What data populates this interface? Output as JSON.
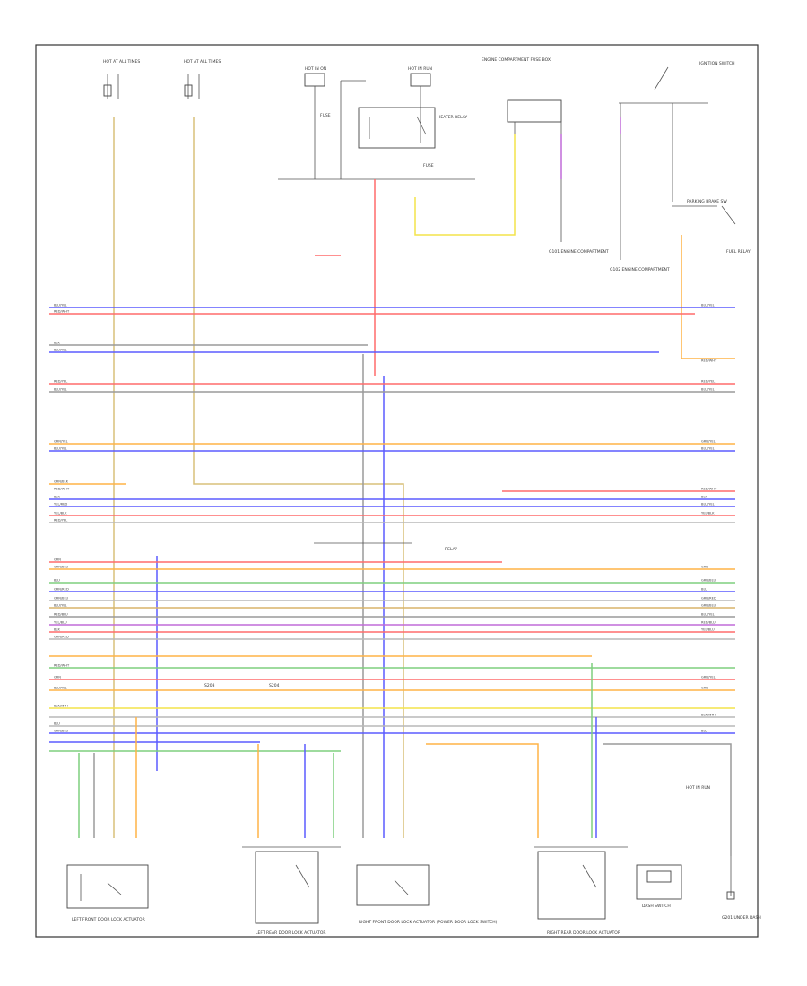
{
  "colors": {
    "blue": "#5b5bff",
    "red": "#ff6b6b",
    "pink": "#ff8a8a",
    "black": "#9a9a9a",
    "green": "#7ecf7e",
    "yellow": "#f4e44a",
    "orange": "#ffb347",
    "violet": "#c06bd8",
    "gray": "#b8b8b8",
    "tan": "#d8b46a",
    "frame": "#333333"
  },
  "page_label": "",
  "top_labels": {
    "l1": "HOT AT ALL TIMES",
    "l2": "HOT AT ALL TIMES",
    "l3": "HOT IN ON",
    "l4": "HOT IN RUN",
    "l5": "ENGINE COMPARTMENT FUSE BOX",
    "l6": "IGNITION SWITCH",
    "relay_lbl": "HEATER RELAY",
    "fuse_a": "FUSE",
    "fuse_b": "FUSE",
    "ground_a": "G101 ENGINE COMPARTMENT",
    "ground_b": "G102 ENGINE COMPARTMENT",
    "switch_lbl": "PARKING BRAKE SW",
    "relay2_lbl": "FUEL RELAY"
  },
  "mid_labels": {
    "relay_note": "RELAY",
    "splice_a": "S203",
    "splice_b": "S204"
  },
  "bottom_labels": {
    "c1": "LEFT FRONT DOOR LOCK ACTUATOR",
    "c2": "LEFT REAR DOOR LOCK ACTUATOR",
    "c3": "RIGHT FRONT DOOR LOCK ACTUATOR (POWER DOOR LOCK SWITCH)",
    "c4": "RIGHT REAR DOOR LOCK ACTUATOR",
    "c5": "DASH SWITCH",
    "g1": "G201 UNDER DASH",
    "note": "HOT IN RUN"
  },
  "left_wire_labels": [
    "BLU/YEL",
    "RED/WHT",
    "BLK",
    "BLU/YEL",
    "RED/YEL",
    "BLU/YEL",
    "GRN/YEL",
    "BLU/YEL",
    "GRN/BLK",
    "RED/WHT",
    "BLK",
    "YEL/RED",
    "YEL/BLK",
    "RED/YEL",
    "GRN",
    "GRN/BLU",
    "BLU",
    "GRN/RED",
    "GRN/BLU",
    "BLU/YEL",
    "RED/BLU",
    "YEL/BLU",
    "BLK",
    "GRN/RED",
    "RED/WHT",
    "GRN",
    "BLU/YEL",
    "BLK/WHT",
    "BLU",
    "GRN/BLU"
  ],
  "right_wire_labels": [
    "BLU/YEL",
    "RED/WHT",
    "RED/YEL",
    "BLU/YEL",
    "GRN/YEL",
    "BLU/YEL",
    "RED/WHT",
    "BLK",
    "BLU/YEL",
    "YEL/BLK",
    "GRN",
    "GRN/BLU",
    "BLU",
    "GRN/RED",
    "GRN/BLU",
    "BLU/YEL",
    "RED/BLU",
    "YEL/BLU",
    "GRN/YEL",
    "GRN",
    "BLK/WHT",
    "BLU"
  ]
}
